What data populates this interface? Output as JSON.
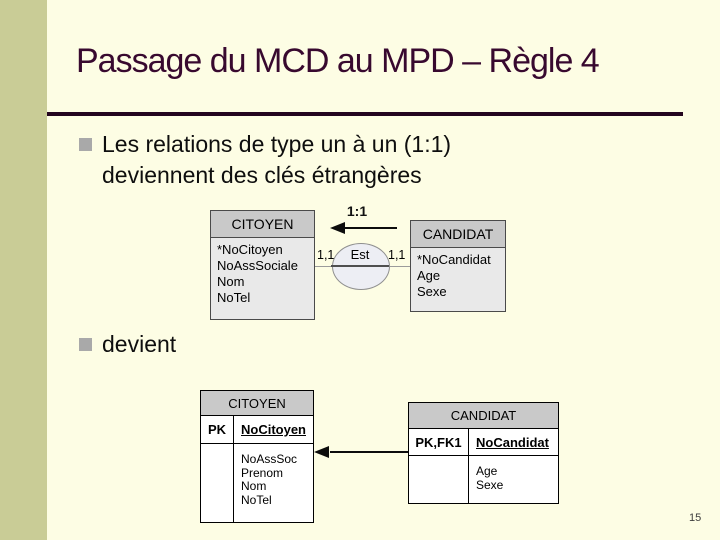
{
  "slide": {
    "title": "Passage du MCD au MPD – Règle 4",
    "page_number": "15"
  },
  "bullets": {
    "first_line1": "Les relations de type un à un (1:1)",
    "first_line2": "deviennent des clés étrangères",
    "second": "devient"
  },
  "mcd": {
    "arrow_label": "1:1",
    "relation_name": "Est",
    "left_cardinality": "1,1",
    "right_cardinality": "1,1",
    "citoyen": {
      "name": "CITOYEN",
      "attributes": [
        "*NoCitoyen",
        "NoAssSociale",
        "Nom",
        "NoTel"
      ]
    },
    "candidat": {
      "name": "CANDIDAT",
      "attributes": [
        "*NoCandidat",
        "Age",
        "Sexe"
      ]
    }
  },
  "mpd": {
    "citoyen": {
      "name": "CITOYEN",
      "key_label": "PK",
      "key_field": "NoCitoyen",
      "fields": [
        "NoAssSoc",
        "Prenom",
        "Nom",
        "NoTel"
      ]
    },
    "candidat": {
      "name": "CANDIDAT",
      "key_label": "PK,FK1",
      "key_field": "NoCandidat",
      "fields": [
        "Age",
        "Sexe"
      ]
    }
  },
  "colors": {
    "background": "#fdfde4",
    "accent_bar": "#c9cc96",
    "title": "#38092f",
    "table_header_fill": "#c9c9c9",
    "entity_body_fill": "#e9e9e9",
    "bullet_square": "#a9a9a9"
  }
}
